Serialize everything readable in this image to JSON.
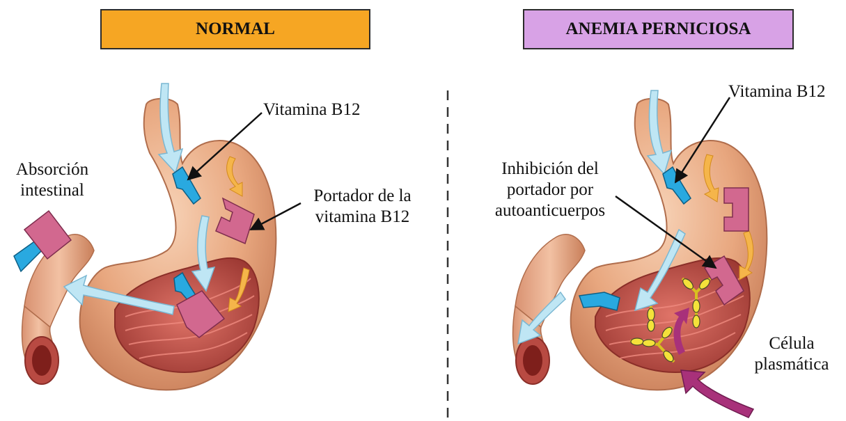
{
  "panels": {
    "normal": {
      "title": "NORMAL",
      "labels": {
        "vitamin": "Vitamina B12",
        "absorption": "Absorción\nintestinal",
        "carrier": "Portador de la\nvitamina B12"
      }
    },
    "pernicious": {
      "title": "ANEMIA PERNICIOSA",
      "labels": {
        "vitamin": "Vitamina B12",
        "inhibition": "Inhibición del\nportador por\nautoanticuerpos",
        "plasma_cell": "Célula\nplasmática"
      }
    }
  },
  "colors": {
    "normal_banner": "#f6a623",
    "pernicious_banner": "#d8a2e6",
    "stomach": "#e8a77f",
    "stomach_interior": "#c4524a",
    "vitamin_b12": "#29a9e0",
    "carrier": "#d2688f",
    "flow_arrow": "#bfe6f4",
    "secretion_arrow": "#f5b54a",
    "antibody": "#f4e23a",
    "plasma_arrow": "#a8317a"
  }
}
